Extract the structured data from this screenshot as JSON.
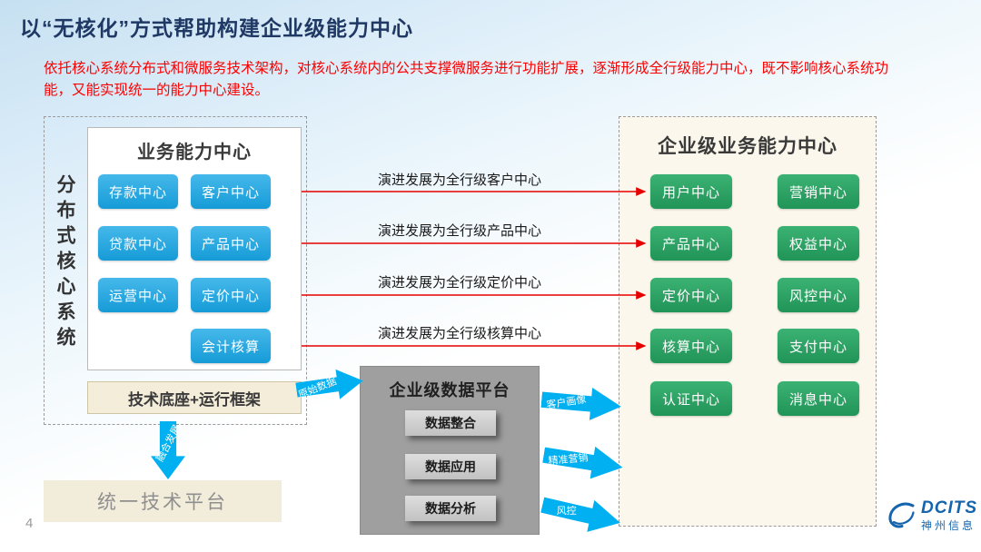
{
  "page": {
    "title": "以“无核化”方式帮助构建企业级能力中心",
    "subtitle": "依托核心系统分布式和微服务技术架构，对核心系统内的公共支撑微服务进行功能扩展，逐渐形成全行级能力中心，既不影响核心系统功能，又能实现统一的能力中心建设。",
    "page_number": "4"
  },
  "colors": {
    "title_navy": "#1f3864",
    "subtitle_red": "#fb0000",
    "blue_button": "#29a8e0",
    "green_button": "#2aa263",
    "block_arrow_blue": "#00b0f0",
    "connector_red": "#e60000",
    "platform_gray": "#9f9f9f",
    "cream_box": "#f2ecda"
  },
  "core_system": {
    "vertical_label": "分布式核心系统",
    "business_center": {
      "title": "业务能力中心",
      "items": [
        "存款中心",
        "客户中心",
        "贷款中心",
        "产品中心",
        "运营中心",
        "定价中心",
        "会计核算"
      ]
    },
    "tech_base_label": "技术底座+运行框架"
  },
  "evolution_labels": [
    "演进发展为全行级客户中心",
    "演进发展为全行级产品中心",
    "演进发展为全行级定价中心",
    "演进发展为全行级核算中心"
  ],
  "enterprise_center": {
    "title": "企业级业务能力中心",
    "items": [
      "用户中心",
      "营销中心",
      "产品中心",
      "权益中心",
      "定价中心",
      "风控中心",
      "核算中心",
      "支付中心",
      "认证中心",
      "消息中心"
    ]
  },
  "data_platform": {
    "title": "企业级数据平台",
    "items": [
      "数据整合",
      "数据应用",
      "数据分析"
    ],
    "input_arrow_label": "原始数据",
    "output_arrow_labels": [
      "客户画像",
      "精准营销",
      "风控"
    ]
  },
  "bottom_area": {
    "fusion_arrow_label": "融合发展",
    "unified_platform_label": "统一技术平台"
  },
  "logo": {
    "brand": "DCITS",
    "company": "神州信息"
  }
}
